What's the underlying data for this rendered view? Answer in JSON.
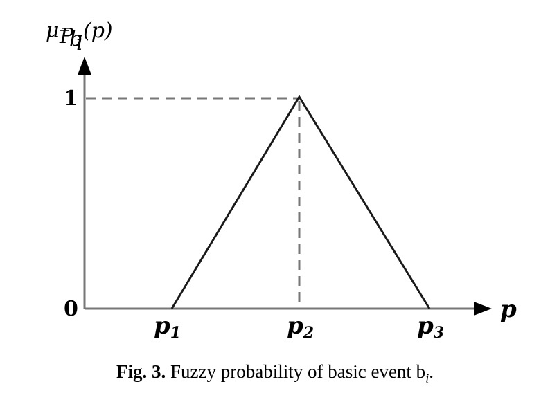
{
  "figure": {
    "y_axis_label": "μ",
    "y_axis_label_sub": "P",
    "y_axis_label_subsub": "b",
    "y_axis_label_subsubsub": "i",
    "y_axis_label_arg": "(p)",
    "x_axis_label": "p",
    "y_tick_top": "1",
    "origin": "0",
    "points": [
      {
        "name": "p",
        "sub": "1"
      },
      {
        "name": "p",
        "sub": "2"
      },
      {
        "name": "p",
        "sub": "3"
      }
    ]
  },
  "caption": {
    "prefix": "Fig. 3.",
    "text": " Fuzzy probability of basic event b",
    "sub": "i",
    "suffix": "."
  }
}
